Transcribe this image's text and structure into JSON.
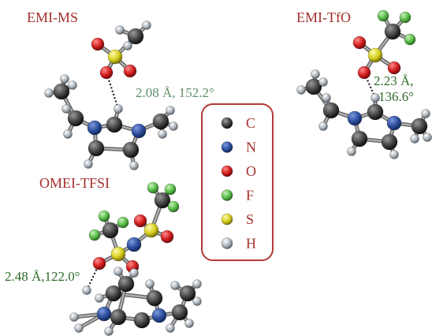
{
  "colors": {
    "title": "#a3302c",
    "distance_ms": "#5f8f6a",
    "distance_green": "#2f6b2a",
    "legend_border": "#b23a36",
    "C": "#404040",
    "N": "#2d4f9e",
    "O": "#d21f1f",
    "F": "#5bbf4a",
    "S": "#d6cf1e",
    "H": "#9aa4ad"
  },
  "panels": [
    {
      "id": "ms",
      "title": "EMI-MS",
      "distance": "2.08 Å, 152.2°"
    },
    {
      "id": "tfo",
      "title": "EMI-TfO",
      "distance_line1": "2.23 Å,",
      "distance_line2": "136.6°"
    },
    {
      "id": "tfsi",
      "title": "OMEI-TFSI",
      "distance": "2.48 Å,122.0°"
    }
  ],
  "legend": [
    {
      "symbol": "C",
      "color_key": "C"
    },
    {
      "symbol": "N",
      "color_key": "N"
    },
    {
      "symbol": "O",
      "color_key": "O"
    },
    {
      "symbol": "F",
      "color_key": "F"
    },
    {
      "symbol": "S",
      "color_key": "S"
    },
    {
      "symbol": "H",
      "color_key": "H"
    }
  ]
}
